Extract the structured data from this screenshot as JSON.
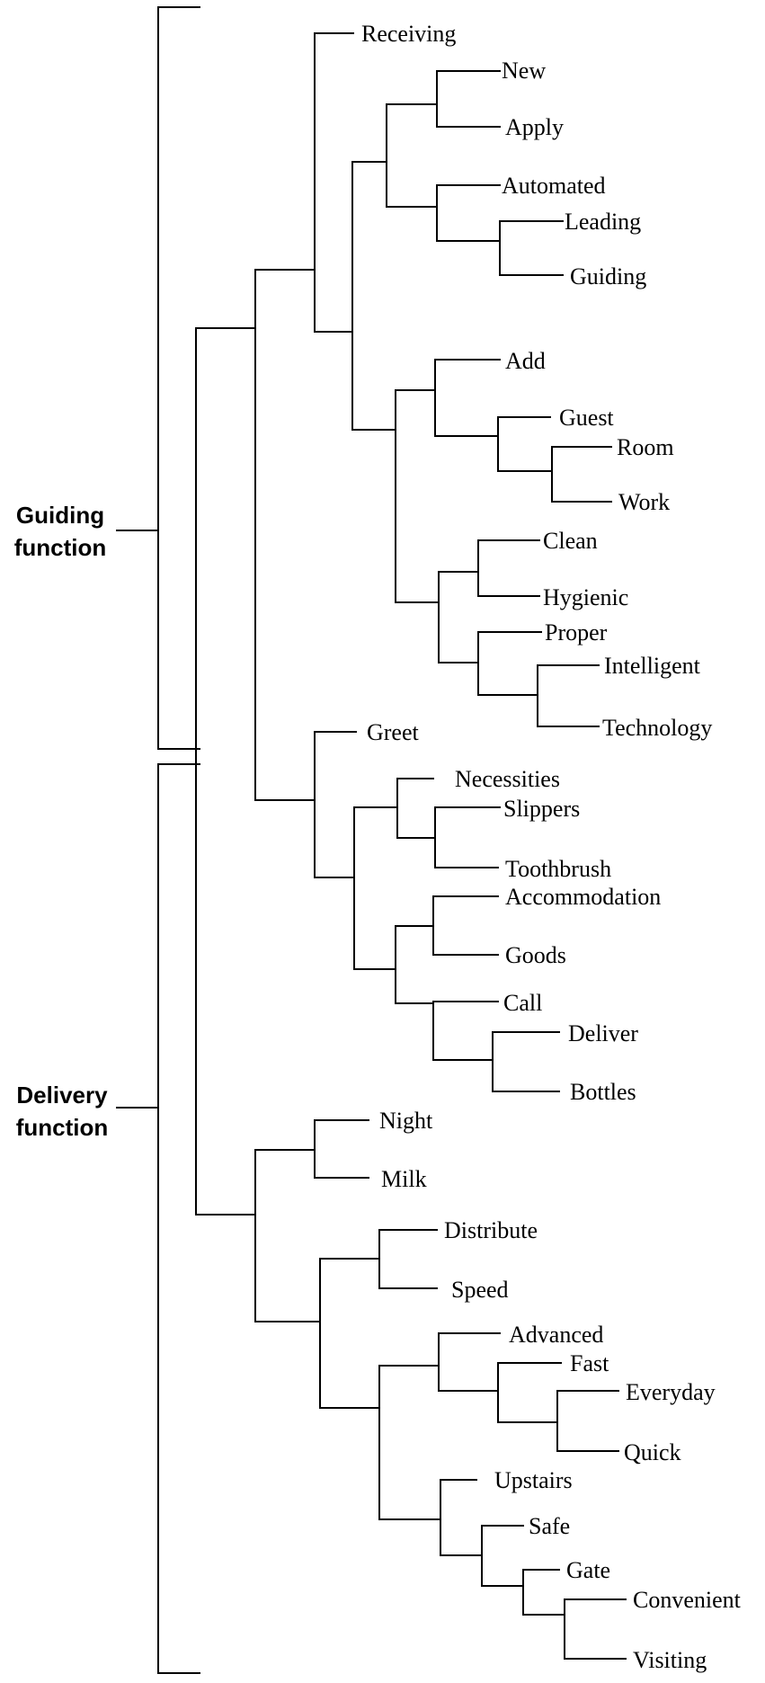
{
  "groups": {
    "guiding": [
      "Guiding",
      "function"
    ],
    "delivery": [
      "Delivery",
      "function"
    ]
  },
  "leaves": [
    "Receiving",
    "New",
    "Apply",
    "Automated",
    "Leading",
    "Guiding",
    "Add",
    "Guest",
    "Room",
    "Work",
    "Clean",
    "Hygienic",
    "Proper",
    "Intelligent",
    "Technology",
    "Greet",
    "Necessities",
    "Slippers",
    "Toothbrush",
    "Accommodation",
    "Goods",
    "Call",
    "Deliver",
    "Bottles",
    "Night",
    "Milk",
    "Distribute",
    "Speed",
    "Advanced",
    "Fast",
    "Everyday",
    "Quick",
    "Upstairs",
    "Safe",
    "Gate",
    "Convenient",
    "Visiting"
  ]
}
